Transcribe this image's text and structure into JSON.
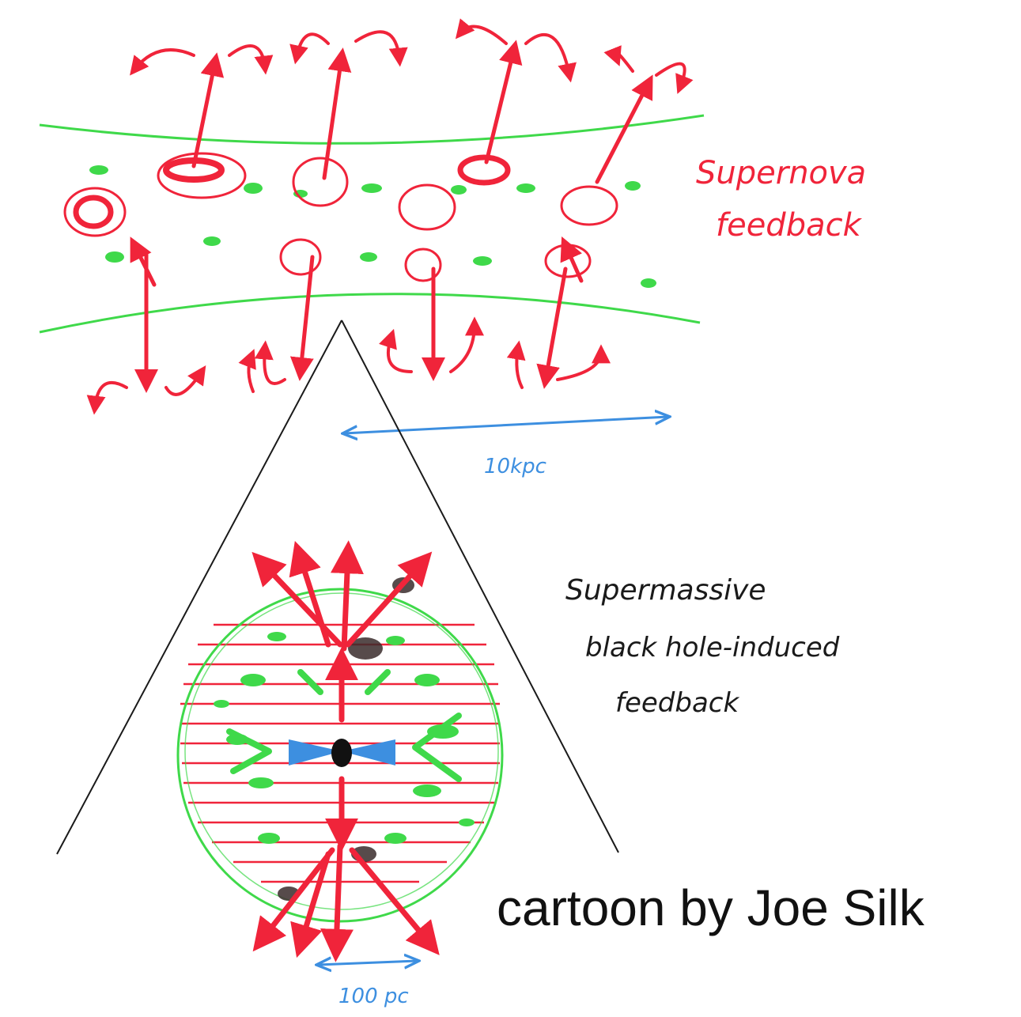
{
  "labels": {
    "supernova_line1": "Supernova",
    "supernova_line2": "feedback",
    "smbh_line1": "Supermassive",
    "smbh_line2": "black hole-induced",
    "smbh_line3": "feedback",
    "scale_top": "10kpc",
    "scale_bottom": "100 pc",
    "credit": "cartoon by Joe Silk"
  },
  "colors": {
    "outflow_red": "#f0243a",
    "gas_green": "#3fd94a",
    "scale_blue": "#3d8fe0",
    "ink_black": "#1a1a1a"
  }
}
